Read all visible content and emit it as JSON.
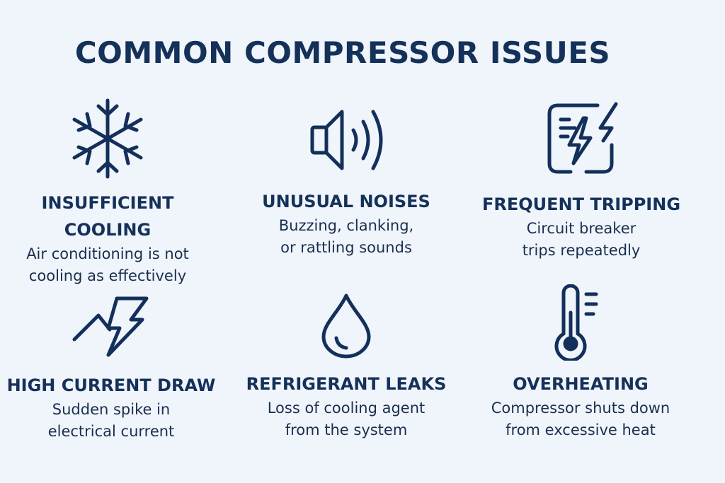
{
  "title": "COMMON COMPRESSOR ISSUES",
  "colors": {
    "accent": "#12305a",
    "background": "#f0f4fb"
  },
  "issues": [
    {
      "icon": "snowflake-icon",
      "title_lines": [
        "INSUFFICIENT",
        "COOLING"
      ],
      "desc_lines": [
        "Air conditioning is not",
        "cooling as effectively"
      ]
    },
    {
      "icon": "speaker-icon",
      "title_lines": [
        "UNUSUAL NOISES"
      ],
      "desc_lines": [
        "Buzzing, clanking,",
        "or rattling sounds"
      ]
    },
    {
      "icon": "breaker-lightning-icon",
      "title_lines": [
        "FREQUENT TRIPPING"
      ],
      "desc_lines": [
        "Circuit breaker",
        "trips repeatedly"
      ]
    },
    {
      "icon": "current-spike-icon",
      "title_lines": [
        "HIGH CURRENT DRAW"
      ],
      "desc_lines": [
        "Sudden spike in",
        "electrical current"
      ]
    },
    {
      "icon": "droplet-icon",
      "title_lines": [
        "REFRIGERANT LEAKS"
      ],
      "desc_lines": [
        "Loss of cooling agent",
        "from the system"
      ]
    },
    {
      "icon": "thermometer-icon",
      "title_lines": [
        "OVERHEATING"
      ],
      "desc_lines": [
        "Compressor shuts down",
        "from excessive heat"
      ]
    }
  ]
}
